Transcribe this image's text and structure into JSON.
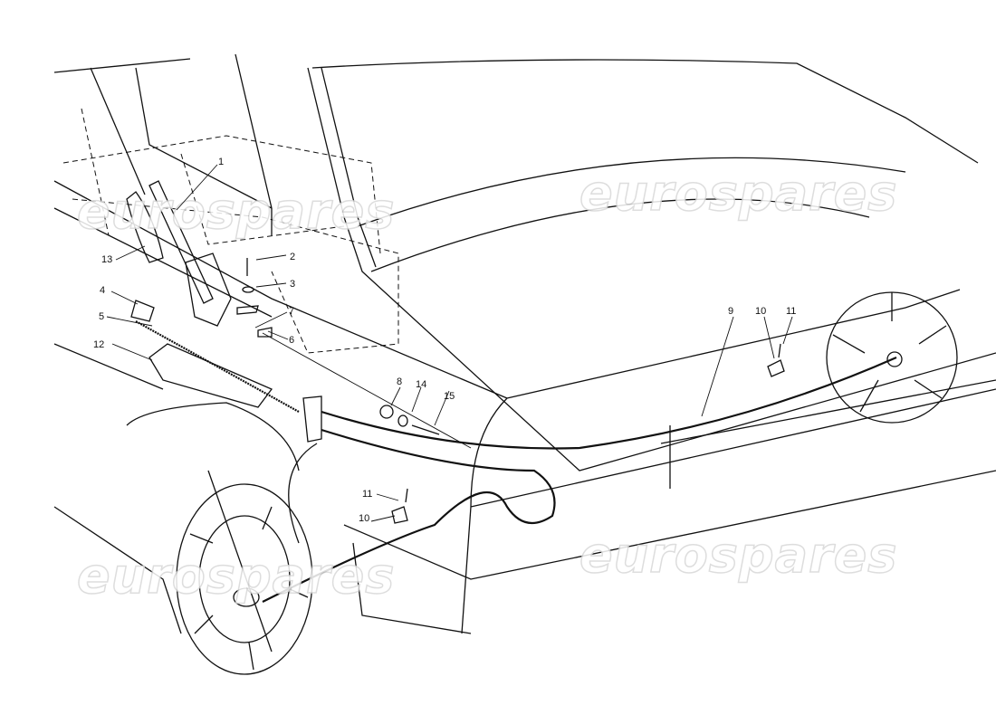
{
  "watermark": "eurospares",
  "callouts": [
    {
      "id": "c1",
      "text": "1"
    },
    {
      "id": "c2",
      "text": "2"
    },
    {
      "id": "c3",
      "text": "3"
    },
    {
      "id": "c4",
      "text": "4"
    },
    {
      "id": "c5",
      "text": "5"
    },
    {
      "id": "c6",
      "text": "6"
    },
    {
      "id": "c7",
      "text": "7"
    },
    {
      "id": "c8",
      "text": "8"
    },
    {
      "id": "c9",
      "text": "9"
    },
    {
      "id": "c10a",
      "text": "10"
    },
    {
      "id": "c11a",
      "text": "11"
    },
    {
      "id": "c12",
      "text": "12"
    },
    {
      "id": "c13",
      "text": "13"
    },
    {
      "id": "c14",
      "text": "14"
    },
    {
      "id": "c15",
      "text": "15"
    },
    {
      "id": "c11b",
      "text": "11"
    },
    {
      "id": "c10b",
      "text": "10"
    }
  ]
}
